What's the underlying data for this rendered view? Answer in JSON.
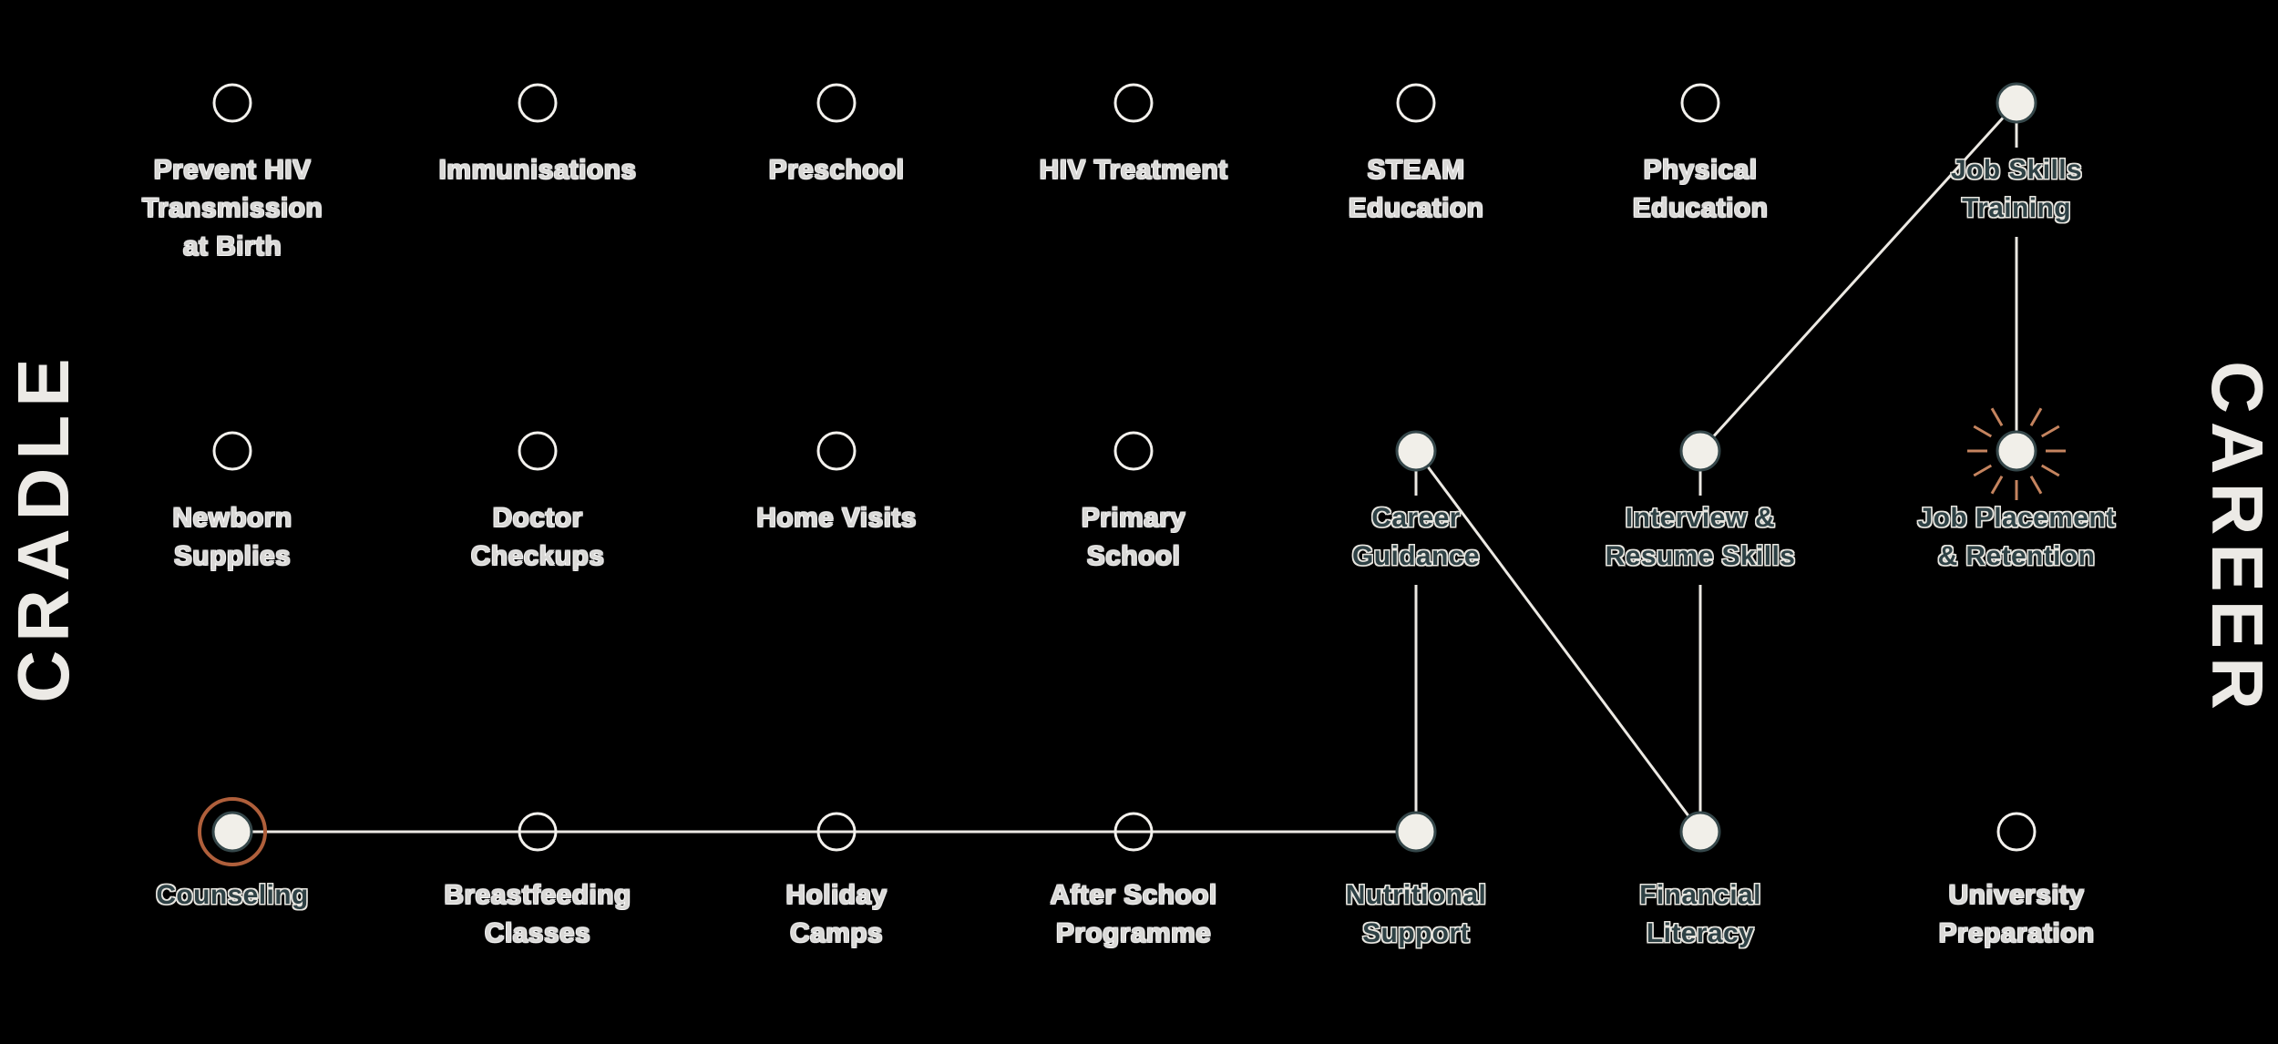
{
  "side_labels": {
    "left": "CRADLE",
    "right": "CAREER"
  },
  "colors": {
    "background": "#000000",
    "connector_line": "#ece9e3",
    "node_outline": "#f3f1ed",
    "node_fill": "#f1efe9",
    "node_fill_border": "#35474a",
    "active_label_text": "#2e4145",
    "active_label_outline": "#e8e6e0",
    "default_label_text": "#d9d8d6",
    "counseling_ring": "#af5f3b",
    "burst_rays": "#c5845f"
  },
  "grid": {
    "columns_x": [
      255,
      590,
      918,
      1244,
      1554,
      1866,
      2213
    ],
    "rows_y": [
      113,
      495,
      913
    ],
    "label_row_tops": [
      166,
      548,
      962
    ],
    "label_line_height": 42
  },
  "nodes": [
    {
      "id": "prevent-hiv-transmission",
      "row": 0,
      "col": 0,
      "lines": [
        "Prevent HIV",
        "Transmission",
        "at Birth"
      ],
      "variant": "outline",
      "label_style": "default",
      "marker": null
    },
    {
      "id": "immunisations",
      "row": 0,
      "col": 1,
      "lines": [
        "Immunisations"
      ],
      "variant": "outline",
      "label_style": "default",
      "marker": null
    },
    {
      "id": "preschool",
      "row": 0,
      "col": 2,
      "lines": [
        "Preschool"
      ],
      "variant": "outline",
      "label_style": "default",
      "marker": null
    },
    {
      "id": "hiv-treatment",
      "row": 0,
      "col": 3,
      "lines": [
        "HIV Treatment"
      ],
      "variant": "outline",
      "label_style": "default",
      "marker": null
    },
    {
      "id": "steam-education",
      "row": 0,
      "col": 4,
      "lines": [
        "STEAM",
        "Education"
      ],
      "variant": "outline",
      "label_style": "default",
      "marker": null
    },
    {
      "id": "physical-education",
      "row": 0,
      "col": 5,
      "lines": [
        "Physical",
        "Education"
      ],
      "variant": "outline",
      "label_style": "default",
      "marker": null
    },
    {
      "id": "job-skills-training",
      "row": 0,
      "col": 6,
      "lines": [
        "Job Skills",
        "Training"
      ],
      "variant": "filled",
      "label_style": "active",
      "marker": null
    },
    {
      "id": "newborn-supplies",
      "row": 1,
      "col": 0,
      "lines": [
        "Newborn",
        "Supplies"
      ],
      "variant": "outline",
      "label_style": "default",
      "marker": null
    },
    {
      "id": "doctor-checkups",
      "row": 1,
      "col": 1,
      "lines": [
        "Doctor",
        "Checkups"
      ],
      "variant": "outline",
      "label_style": "default",
      "marker": null
    },
    {
      "id": "home-visits",
      "row": 1,
      "col": 2,
      "lines": [
        "Home Visits"
      ],
      "variant": "outline",
      "label_style": "default",
      "marker": null
    },
    {
      "id": "primary-school",
      "row": 1,
      "col": 3,
      "lines": [
        "Primary",
        "School"
      ],
      "variant": "outline",
      "label_style": "default",
      "marker": null
    },
    {
      "id": "career-guidance",
      "row": 1,
      "col": 4,
      "lines": [
        "Career",
        "Guidance"
      ],
      "variant": "filled",
      "label_style": "active",
      "marker": null
    },
    {
      "id": "interview-resume-skills",
      "row": 1,
      "col": 5,
      "lines": [
        "Interview &",
        "Resume Skills"
      ],
      "variant": "filled",
      "label_style": "active",
      "marker": null
    },
    {
      "id": "job-placement-retention",
      "row": 1,
      "col": 6,
      "lines": [
        "Job Placement",
        "& Retention"
      ],
      "variant": "filled",
      "label_style": "active",
      "marker": "burst"
    },
    {
      "id": "counseling",
      "row": 2,
      "col": 0,
      "lines": [
        "Counseling"
      ],
      "variant": "filled",
      "label_style": "active",
      "marker": "ring"
    },
    {
      "id": "breastfeeding-classes",
      "row": 2,
      "col": 1,
      "lines": [
        "Breastfeeding",
        "Classes"
      ],
      "variant": "outline",
      "label_style": "default",
      "marker": null
    },
    {
      "id": "holiday-camps",
      "row": 2,
      "col": 2,
      "lines": [
        "Holiday",
        "Camps"
      ],
      "variant": "outline",
      "label_style": "default",
      "marker": null
    },
    {
      "id": "after-school-programme",
      "row": 2,
      "col": 3,
      "lines": [
        "After School",
        "Programme"
      ],
      "variant": "outline",
      "label_style": "default",
      "marker": null
    },
    {
      "id": "nutritional-support",
      "row": 2,
      "col": 4,
      "lines": [
        "Nutritional",
        "Support"
      ],
      "variant": "filled",
      "label_style": "active",
      "marker": null
    },
    {
      "id": "financial-literacy",
      "row": 2,
      "col": 5,
      "lines": [
        "Financial",
        "Literacy"
      ],
      "variant": "filled",
      "label_style": "active",
      "marker": null
    },
    {
      "id": "university-preparation",
      "row": 2,
      "col": 6,
      "lines": [
        "University",
        "Preparation"
      ],
      "variant": "outline",
      "label_style": "default",
      "marker": null
    }
  ],
  "edges": [
    {
      "from": "counseling",
      "to": "nutritional-support"
    },
    {
      "from": "nutritional-support",
      "to": "career-guidance"
    },
    {
      "from": "career-guidance",
      "to": "financial-literacy"
    },
    {
      "from": "financial-literacy",
      "to": "interview-resume-skills"
    },
    {
      "from": "interview-resume-skills",
      "to": "job-skills-training"
    },
    {
      "from": "job-skills-training",
      "to": "job-placement-retention"
    }
  ]
}
